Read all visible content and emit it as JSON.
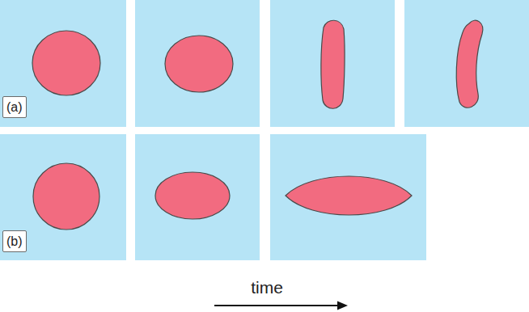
{
  "diagram": {
    "labels": [
      "(a)",
      "(b)",
      "time"
    ]
  }
}
